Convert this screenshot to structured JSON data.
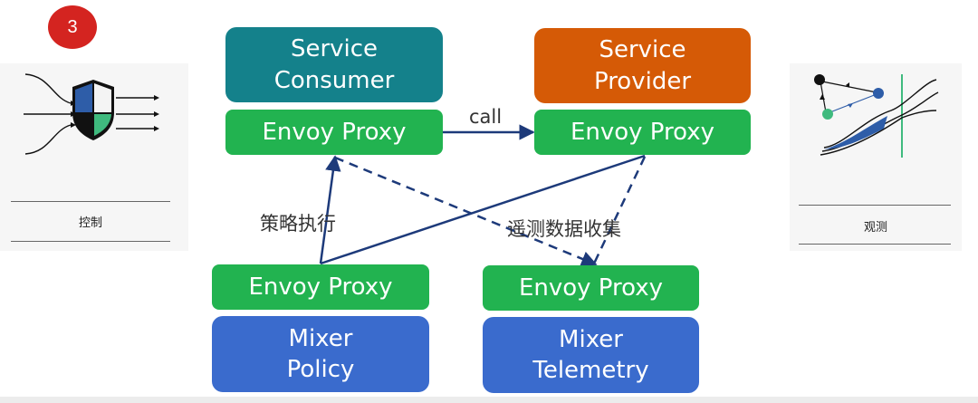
{
  "badge": {
    "number": "3"
  },
  "left_panel": {
    "caption": "控制",
    "icon": "shield-routing-icon"
  },
  "right_panel": {
    "caption": "观测",
    "icon": "observability-graph-icon"
  },
  "nodes": {
    "service_consumer": "Service\nConsumer",
    "service_provider": "Service\nProvider",
    "envoy_top_left": "Envoy Proxy",
    "envoy_top_right": "Envoy Proxy",
    "envoy_bottom_left": "Envoy Proxy",
    "envoy_bottom_right": "Envoy Proxy",
    "mixer_policy": "Mixer\nPolicy",
    "mixer_telemetry": "Mixer\nTelemetry"
  },
  "edges": {
    "call": "call",
    "policy_enforcement": "策略执行",
    "telemetry_collection": "遥测数据收集"
  },
  "colors": {
    "consumer": "#14818b",
    "provider": "#d55a06",
    "proxy": "#22b350",
    "mixer": "#3a6bcd",
    "arrow": "#1d3a7a",
    "badge": "#d42420"
  }
}
